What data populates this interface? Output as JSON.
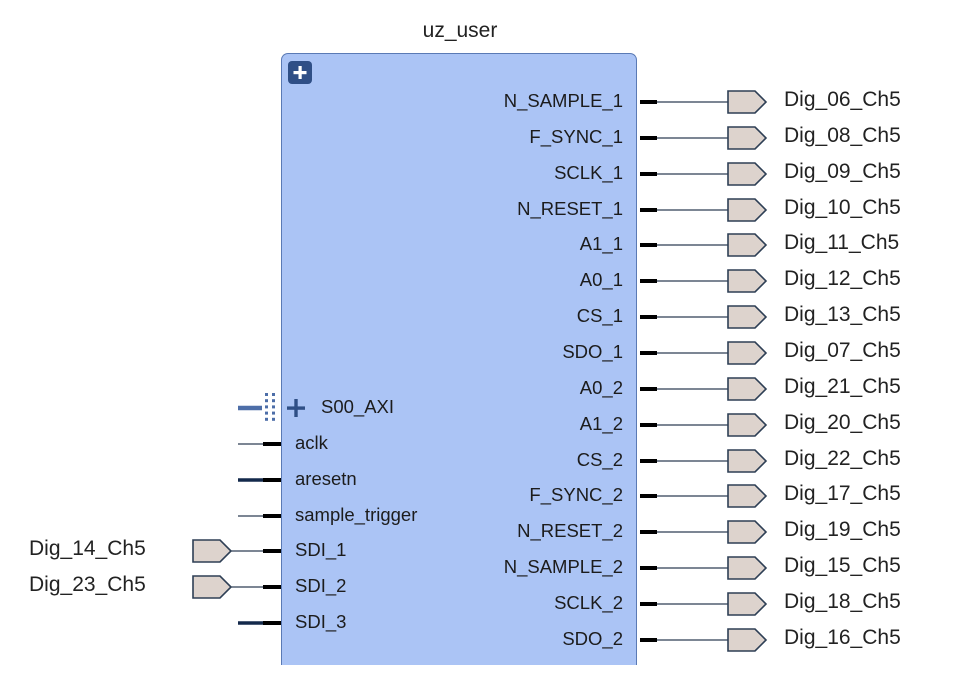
{
  "block": {
    "name": "uz_user",
    "expand_icon": "plus-icon",
    "fill_color": "#abc4f5",
    "border_color": "#5a7ab5"
  },
  "left_ports": [
    {
      "name": "S00_AXI",
      "type": "bus",
      "icon": "plus-icon",
      "wire": "bus"
    },
    {
      "name": "aclk",
      "type": "input",
      "wire": "thin"
    },
    {
      "name": "aresetn",
      "type": "input",
      "wire": "thick"
    },
    {
      "name": "sample_trigger",
      "type": "input",
      "wire": "thin"
    },
    {
      "name": "SDI_1",
      "type": "input",
      "wire": "thin",
      "external": "Dig_14_Ch5"
    },
    {
      "name": "SDI_2",
      "type": "input",
      "wire": "thin",
      "external": "Dig_23_Ch5"
    },
    {
      "name": "SDI_3",
      "type": "input",
      "wire": "thick"
    }
  ],
  "right_ports": [
    {
      "name": "N_SAMPLE_1",
      "external": "Dig_06_Ch5"
    },
    {
      "name": "F_SYNC_1",
      "external": "Dig_08_Ch5"
    },
    {
      "name": "SCLK_1",
      "external": "Dig_09_Ch5"
    },
    {
      "name": "N_RESET_1",
      "external": "Dig_10_Ch5"
    },
    {
      "name": "A1_1",
      "external": "Dig_11_Ch5"
    },
    {
      "name": "A0_1",
      "external": "Dig_12_Ch5"
    },
    {
      "name": "CS_1",
      "external": "Dig_13_Ch5"
    },
    {
      "name": "SDO_1",
      "external": "Dig_07_Ch5"
    },
    {
      "name": "A0_2",
      "external": "Dig_21_Ch5"
    },
    {
      "name": "A1_2",
      "external": "Dig_20_Ch5"
    },
    {
      "name": "CS_2",
      "external": "Dig_22_Ch5"
    },
    {
      "name": "F_SYNC_2",
      "external": "Dig_17_Ch5"
    },
    {
      "name": "N_RESET_2",
      "external": "Dig_19_Ch5"
    },
    {
      "name": "N_SAMPLE_2",
      "external": "Dig_15_Ch5"
    },
    {
      "name": "SCLK_2",
      "external": "Dig_18_Ch5"
    },
    {
      "name": "SDO_2",
      "external": "Dig_16_Ch5"
    }
  ],
  "colors": {
    "port_fill": "#ddd3cd",
    "port_stroke": "#2e3f55",
    "wire": "#2e3f55",
    "pin": "#000000",
    "bus": "#4d6ea8"
  }
}
